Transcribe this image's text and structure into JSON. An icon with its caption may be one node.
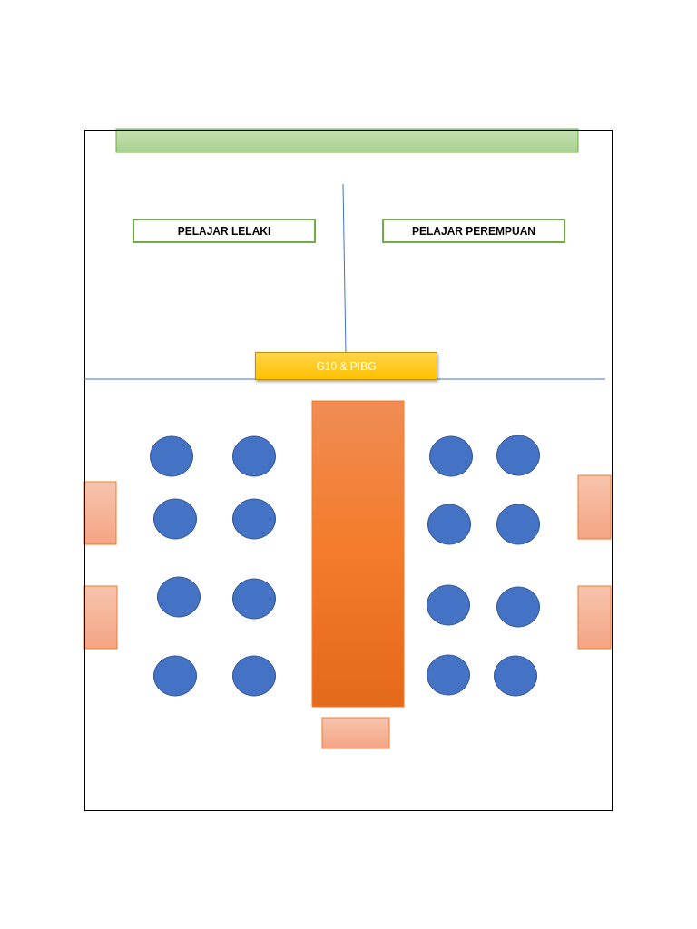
{
  "diagram": {
    "nodes": [
      {
        "text": [
          "PELAJAR LELAKI"
        ]
      },
      {
        "text": [
          "PELAJAR PEREMPUAN"
        ]
      },
      {
        "text": [
          "G10 & PIBG"
        ]
      }
    ]
  }
}
